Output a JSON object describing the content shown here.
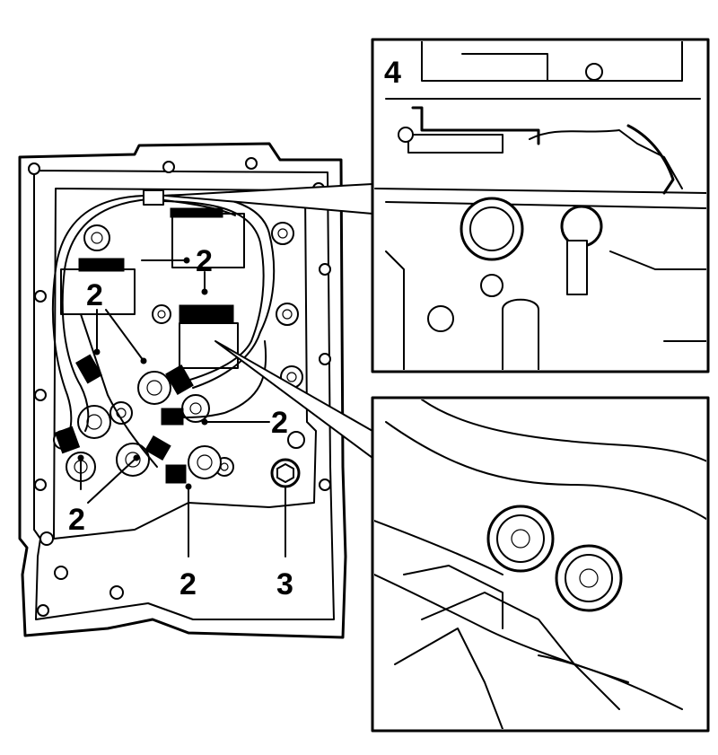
{
  "diagram": {
    "callouts": {
      "main_top": "2",
      "main_left": "2",
      "main_right": "2",
      "main_bottom_left": "2",
      "main_bottom_center": "2",
      "main_bottom_right": "3",
      "inset_top": "4"
    }
  }
}
